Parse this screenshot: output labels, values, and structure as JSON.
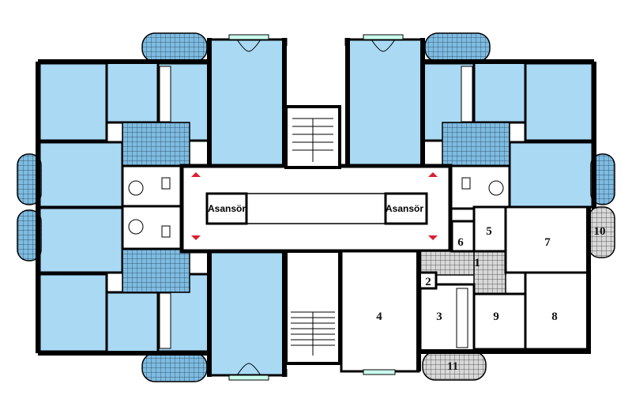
{
  "plan": {
    "elevator_label": "Asansör",
    "room_numbers": [
      "1",
      "2",
      "3",
      "4",
      "5",
      "6",
      "7",
      "8",
      "9",
      "10",
      "11"
    ]
  },
  "colors": {
    "apartment_fill": "#a9d9f3",
    "balcony_fill": "#7fbbe0",
    "circulation_arrow": "#d8202f"
  }
}
